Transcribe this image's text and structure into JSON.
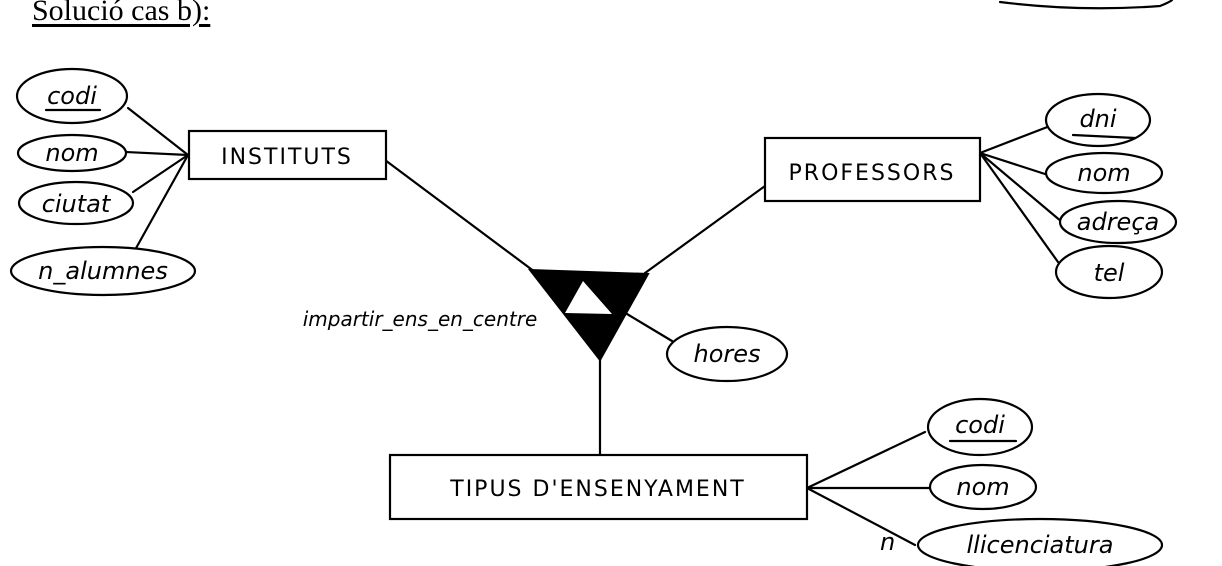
{
  "title": "Solució cas b):",
  "diagram": {
    "type": "entity-relationship",
    "entities": [
      {
        "name": "INSTITUTS",
        "attributes": [
          "codi",
          "nom",
          "ciutat",
          "n_alumnes"
        ],
        "key": "codi"
      },
      {
        "name": "PROFESSORS",
        "attributes": [
          "dni",
          "nom",
          "adreça",
          "tel"
        ],
        "key": "dni"
      },
      {
        "name": "TIPUS D'ENSENYAMENT",
        "attributes": [
          "codi",
          "nom",
          "llicenciatura"
        ],
        "key": "codi",
        "multivalued_label": "n"
      }
    ],
    "relationship": {
      "name": "impartir_ens_en_centre",
      "attributes": [
        "hores"
      ],
      "arity": "ternary"
    }
  },
  "labels": {
    "instituts": "INSTITUTS",
    "professors": "PROFESSORS",
    "tipus": "TIPUS D'ENSENYAMENT",
    "rel": "impartir_ens_en_centre",
    "inst_codi": "codi",
    "inst_nom": "nom",
    "inst_ciutat": "ciutat",
    "inst_nalumnes": "n_alumnes",
    "prof_dni": "dni",
    "prof_nom": "nom",
    "prof_adreca": "adreça",
    "prof_tel": "tel",
    "hores": "hores",
    "tipus_codi": "codi",
    "tipus_nom": "nom",
    "tipus_llicenciatura": "llicenciatura",
    "n_mark": "n"
  }
}
